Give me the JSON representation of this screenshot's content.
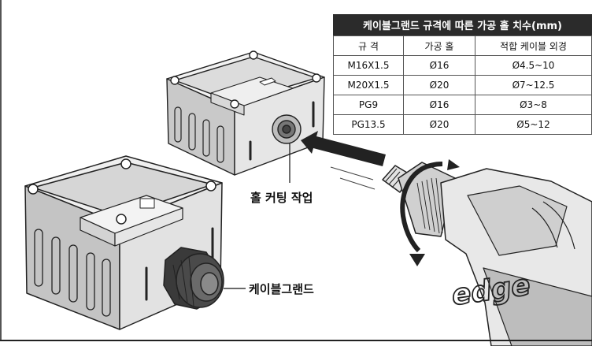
{
  "spec_table": {
    "title": "케이블그랜드 규격에 따른 가공 홀 치수(mm)",
    "headers": [
      "규 격",
      "가공 홀",
      "적합 케이블 외경"
    ],
    "rows": [
      [
        "M16X1.5",
        "Ø16",
        "Ø4.5~10"
      ],
      [
        "M20X1.5",
        "Ø20",
        "Ø7~12.5"
      ],
      [
        "PG9",
        "Ø16",
        "Ø3~8"
      ],
      [
        "PG13.5",
        "Ø20",
        "Ø5~12"
      ]
    ]
  },
  "labels": {
    "hole_cutting": "홀 커팅 작업",
    "cable_gland": "케이블그랜드",
    "drill_brand": "edge"
  }
}
